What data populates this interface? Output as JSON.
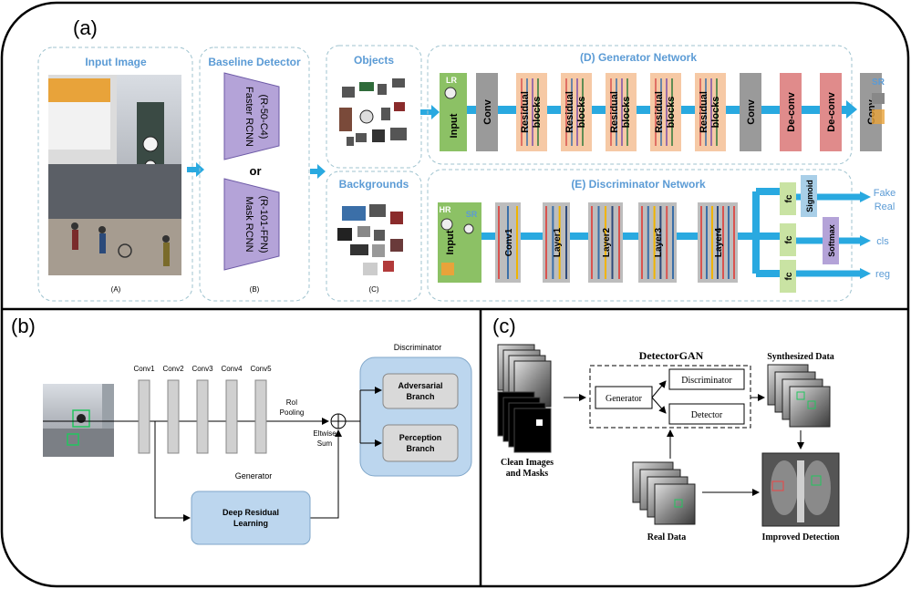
{
  "panel_a": {
    "label": "(a)",
    "input": {
      "title": "Input Image",
      "tag": "(A)"
    },
    "baseline": {
      "title": "Baseline Detector",
      "tag": "(B)",
      "model1": [
        "Faster RCNN",
        "(R-50-C4)"
      ],
      "or": "or",
      "model2": [
        "Mask RCNN",
        "(R-101-FPN)"
      ]
    },
    "objects": {
      "title": "Objects"
    },
    "backgrounds": {
      "title": "Backgrounds",
      "tag": "(C)"
    },
    "generator": {
      "title": "(D)  Generator Network",
      "lr": "LR",
      "input": "Input",
      "blocks": [
        "Conv",
        "Residual blocks",
        "Residual blocks",
        "Residual blocks",
        "Residual blocks",
        "Residual blocks",
        "Conv",
        "De-conv",
        "De-conv",
        "Conv"
      ],
      "output": "SR"
    },
    "discriminator": {
      "title": "(E)  Discriminator Network",
      "hr": "HR",
      "sr": "SR",
      "input": "Input",
      "layers": [
        "Conv1",
        "Layer1",
        "Layer2",
        "Layer3",
        "Layer4"
      ],
      "fc": [
        "fc",
        "fc",
        "fc"
      ],
      "sigmoid": "Sigmoid",
      "softmax": "Softmax",
      "outputs": [
        "Fake",
        "Real",
        "cls",
        "reg"
      ]
    }
  },
  "panel_b": {
    "label": "(b)",
    "convs": [
      "Conv1",
      "Conv2",
      "Conv3",
      "Conv4",
      "Conv5"
    ],
    "roi": [
      "RoI",
      "Pooling"
    ],
    "eltwise": [
      "Eltwise",
      "Sum"
    ],
    "generator": "Generator",
    "residual": [
      "Deep Residual",
      "Learning"
    ],
    "discriminator": "Discriminator",
    "adversarial": [
      "Adversarial",
      "Branch"
    ],
    "perception": [
      "Perception",
      "Branch"
    ]
  },
  "panel_c": {
    "label": "(c)",
    "title": "DetectorGAN",
    "generator": "Generator",
    "discriminator": "Discriminator",
    "detector": "Detector",
    "clean": [
      "Clean Images",
      "and Masks"
    ],
    "synth": "Synthesized Data",
    "real": "Real Data",
    "improved": "Improved Detection"
  }
}
